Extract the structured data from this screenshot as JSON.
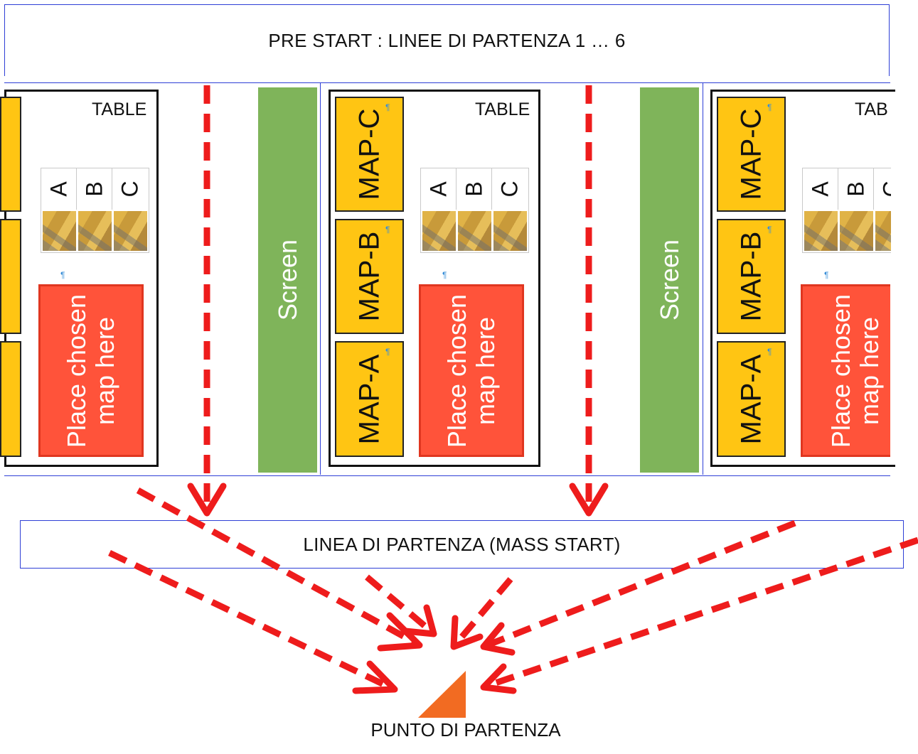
{
  "title": "PRE START : LINEE DI PARTENZA 1 … 6",
  "mass_start_label": "LINEA DI PARTENZA (MASS START)",
  "start_point_label": "PUNTO DI PARTENZA",
  "table_label": "TABLE",
  "table_label_cut": "TAB",
  "maps": {
    "a": "MAP-A",
    "b": "MAP-B",
    "c": "MAP-C"
  },
  "mini_grid": {
    "a": "A",
    "b": "B",
    "c": "C",
    "c_cut": "C"
  },
  "place_map": {
    "line1": "Place chosen",
    "line2": "map here"
  },
  "screen_label": "Screen",
  "pilcrow": "¶",
  "colors": {
    "border_blue": "#2e3fd6",
    "map_yellow": "#ffc513",
    "place_red": "#ff533a",
    "screen_green": "#7fb45a",
    "arrow_red": "#ee1c1c",
    "triangle_orange": "#f26b22"
  }
}
